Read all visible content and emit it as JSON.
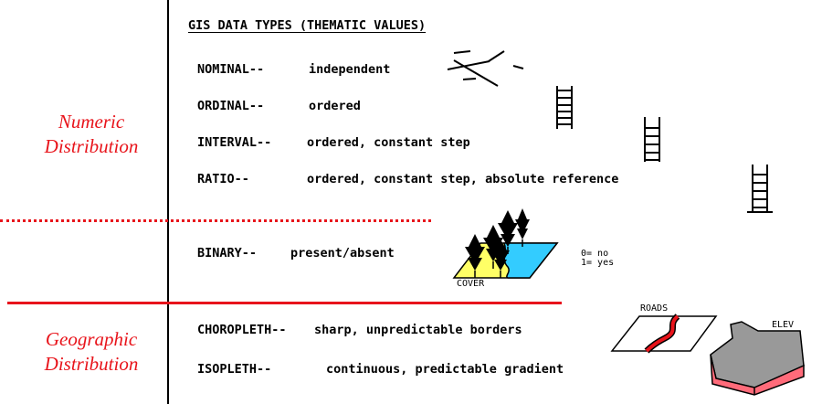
{
  "left_labels": {
    "numeric": [
      "Numeric",
      "Distribution"
    ],
    "geographic": [
      "Geographic",
      "Distribution"
    ]
  },
  "title": "GIS DATA TYPES (THEMATIC VALUES)",
  "rows": {
    "nominal": {
      "term": "NOMINAL--",
      "desc": "independent"
    },
    "ordinal": {
      "term": "ORDINAL--",
      "desc": "ordered"
    },
    "interval": {
      "term": "INTERVAL--",
      "desc": "ordered, constant step"
    },
    "ratio": {
      "term": "RATIO--",
      "desc": "ordered, constant step, absolute reference"
    },
    "binary": {
      "term": "BINARY--",
      "desc": "present/absent"
    },
    "choropleth": {
      "term": "CHOROPLETH--",
      "desc": "sharp, unpredictable borders"
    },
    "isopleth": {
      "term": "ISOPLETH--",
      "desc": "continuous, predictable gradient"
    }
  },
  "binary_legend": {
    "zero": "0= no",
    "one": "1= yes"
  },
  "figure_labels": {
    "cover": "COVER",
    "roads": "ROADS",
    "elev": "ELEV"
  },
  "colors": {
    "red": "#e8141b",
    "cover_yellow": "#ffff66",
    "cover_cyan": "#33ccff",
    "elev_gray": "#999999",
    "elev_pink": "#ff6b7a"
  }
}
